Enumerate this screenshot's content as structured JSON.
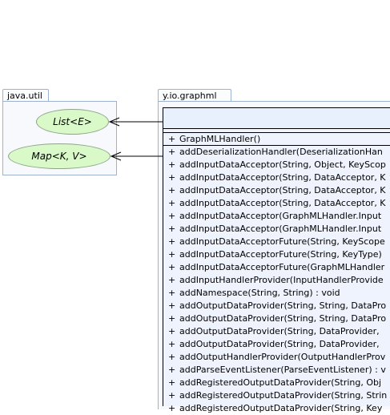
{
  "packages": {
    "java_util": {
      "label": "java.util"
    },
    "y_io_graphml": {
      "label": "y.io.graphml"
    }
  },
  "interfaces": {
    "list": "List<E>",
    "map": "Map<K, V>"
  },
  "graphml_class": {
    "constructor": {
      "vis": "+",
      "text": "GraphMLHandler()"
    },
    "methods": [
      {
        "vis": "+",
        "text": "addDeserializationHandler(DeserializationHan"
      },
      {
        "vis": "+",
        "text": "addInputDataAcceptor(String, Object, KeyScop"
      },
      {
        "vis": "+",
        "text": "addInputDataAcceptor(String, DataAcceptor, K"
      },
      {
        "vis": "+",
        "text": "addInputDataAcceptor(String, DataAcceptor, K"
      },
      {
        "vis": "+",
        "text": "addInputDataAcceptor(String, DataAcceptor, K"
      },
      {
        "vis": "+",
        "text": "addInputDataAcceptor(GraphMLHandler.Input"
      },
      {
        "vis": "+",
        "text": "addInputDataAcceptor(GraphMLHandler.Input"
      },
      {
        "vis": "+",
        "text": "addInputDataAcceptorFuture(String, KeyScope"
      },
      {
        "vis": "+",
        "text": "addInputDataAcceptorFuture(String, KeyType)"
      },
      {
        "vis": "+",
        "text": "addInputDataAcceptorFuture(GraphMLHandler"
      },
      {
        "vis": "+",
        "text": "addInputHandlerProvider(InputHandlerProvide"
      },
      {
        "vis": "+",
        "text": "addNamespace(String, String) : void"
      },
      {
        "vis": "+",
        "text": "addOutputDataProvider(String, String, DataPro"
      },
      {
        "vis": "+",
        "text": "addOutputDataProvider(String, String, DataPro"
      },
      {
        "vis": "+",
        "text": "addOutputDataProvider(String, DataProvider, "
      },
      {
        "vis": "+",
        "text": "addOutputDataProvider(String, DataProvider, "
      },
      {
        "vis": "+",
        "text": "addOutputHandlerProvider(OutputHandlerProv"
      },
      {
        "vis": "+",
        "text": "addParseEventListener(ParseEventListener) : v"
      },
      {
        "vis": "+",
        "text": "addRegisteredOutputDataProvider(String, Obj"
      },
      {
        "vis": "+",
        "text": "addRegisteredOutputDataProvider(String, Strin"
      },
      {
        "vis": "+",
        "text": "addRegisteredOutputDataProvider(String, Key"
      }
    ]
  },
  "colors": {
    "package_border": "#9db2cf",
    "interface_fill": "#d9f9c8",
    "class_fill": "#eef3fd"
  }
}
